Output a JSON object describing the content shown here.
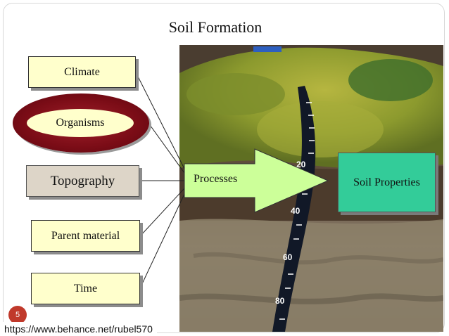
{
  "slide": {
    "title": "Soil Formation",
    "slide_number": "5",
    "source_url": "https://www.behance.net/rubel570"
  },
  "factors": {
    "climate": "Climate",
    "organisms": "Organisms",
    "topography": "Topography",
    "parent_material": "Parent material",
    "time": "Time"
  },
  "flow": {
    "processes": "Processes",
    "soil_properties": "Soil Properties"
  },
  "ruler": {
    "labels": [
      "20",
      "40",
      "60",
      "80"
    ]
  },
  "colors": {
    "factor_fill": "#ffffcc",
    "topography_fill": "#ddd5c8",
    "organisms_ring": "#7a0c16",
    "arrow_fill": "#ccff99",
    "soil_properties_fill": "#33cc99",
    "slide_number_badge": "#c0392b"
  }
}
